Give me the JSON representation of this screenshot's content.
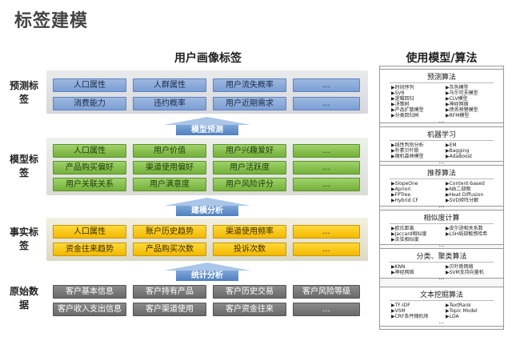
{
  "page_title": "标签建模",
  "main_title": "用户画像标签",
  "side_title": "使用模型/算法",
  "row_labels": {
    "predict": "预测标签",
    "model": "模型标签",
    "fact": "事实标签",
    "raw": "原始数据"
  },
  "predict_cells": [
    [
      "人口属性",
      "人群属性",
      "用户流失概率",
      "..."
    ],
    [
      "消费能力",
      "违约概率",
      "用户近期需求",
      "..."
    ]
  ],
  "model_cells": [
    [
      "人口属性",
      "用户价值",
      "用户兴趣爱好",
      "..."
    ],
    [
      "产品购买偏好",
      "渠道使用偏好",
      "用户活跃度",
      "..."
    ],
    [
      "用户关联关系",
      "用户满意度",
      "用户风险评分",
      "..."
    ]
  ],
  "fact_cells": [
    [
      "人口属性",
      "账户历史趋势",
      "渠道使用频率",
      "..."
    ],
    [
      "资金往来趋势",
      "产品购买次数",
      "投诉次数",
      "..."
    ]
  ],
  "raw_cells": [
    [
      "客户基本信息",
      "客户持有产品",
      "客户历史交易",
      "客户风险等级"
    ],
    [
      "客户收入支出信息",
      "客户渠道使用",
      "客户资金往来",
      "..."
    ]
  ],
  "arrows": {
    "top": "模型预测",
    "middle": "建模分析",
    "bottom": "统计分析"
  },
  "algorithms": [
    {
      "title": "预测算法",
      "left": [
        "▶时间序列",
        "▶SVR",
        "▶逻辑回归",
        "▶决策树",
        "▶产品扩散模型",
        "▶分类回归树"
      ],
      "right": [
        "▶灰色模型",
        "▶马尔可夫模型",
        "▶CLV模型",
        "▶神经网络",
        "▶债务预警模型",
        "▶RFM模型"
      ],
      "more": "..."
    },
    {
      "title": "机器学习",
      "left": [
        "▶线性判别分析",
        "▶朴素贝叶斯",
        "▶随机森林模型"
      ],
      "right": [
        "▶EM",
        "▶Bagging",
        "▶AdaBoost"
      ],
      "more": "..."
    },
    {
      "title": "推荐算法",
      "left": [
        "▶SlopeOne",
        "▶Apriori",
        "▶FPTree",
        "▶Hybrid CF"
      ],
      "right": [
        "▶Content-based",
        "▶NB二部图",
        "▶Heat Diffusion",
        "▶SVD矩阵分解"
      ],
      "more": "..."
    },
    {
      "title": "相似度计算",
      "left": [
        "▶欧氏距离",
        "▶Jaccard相似度",
        "▶余弦相似度"
      ],
      "right": [
        "▶皮尔逊相关系数",
        "▶LSH局部敏感哈希"
      ],
      "more": "..."
    },
    {
      "title": "分类、聚类算法",
      "left": [
        "▶KNN",
        "▶神经网络"
      ],
      "right": [
        "▶贝叶斯网络",
        "▶SVM支持向量机"
      ],
      "more": "..."
    },
    {
      "title": "文本挖掘算法",
      "left": [
        "▶TF-IDF",
        "▶VSM",
        "▶CRF条件随机场"
      ],
      "right": [
        "▶TextRank",
        "▶Topic Model",
        "▶LDA"
      ],
      "more": "..."
    }
  ]
}
